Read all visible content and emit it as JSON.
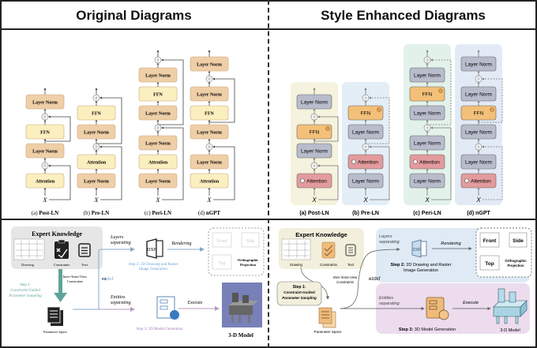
{
  "headers": {
    "left": "Original Diagrams",
    "right": "Style Enhanced Diagrams"
  },
  "architectures": [
    {
      "id": "post-ln",
      "caption_prefix": "(a)",
      "caption_name": "Post-LN",
      "blocks": [
        "Attention",
        "Layer Norm",
        "FFN",
        "Layer Norm"
      ]
    },
    {
      "id": "pre-ln",
      "caption_prefix": "(b)",
      "caption_name": "Pre-LN",
      "blocks": [
        "Layer Norm",
        "Attention",
        "Layer Norm",
        "FFN"
      ]
    },
    {
      "id": "peri-ln",
      "caption_prefix": "(c)",
      "caption_name": "Peri-LN",
      "blocks": [
        "Layer Norm",
        "Attention",
        "Layer Norm",
        "Layer Norm",
        "FFN",
        "Layer Norm"
      ]
    },
    {
      "id": "ngpt",
      "caption_prefix": "(d)",
      "caption_name": "nGPT",
      "blocks": [
        "Attention",
        "Layer Norm",
        "Layer Norm",
        "FFN",
        "Layer Norm",
        "Layer Norm"
      ]
    }
  ],
  "input_symbol": "X",
  "pipeline": {
    "expert_knowledge": "Expert Knowledge",
    "drawing": "Drawing",
    "constraints": "Constraints",
    "text": "Text",
    "inter_intra": "Inter-/Intra-View",
    "inter_intra_2": "Constraints",
    "step1_l1": "Step 1:",
    "step1_l2": "Constraint-Guided",
    "step1_l3": "Parameter Sampling",
    "parameter_space": "Parameter Space",
    "layers_sep_1": "Layers",
    "layers_sep_2": "separating",
    "entities_sep_1": "Entities",
    "entities_sep_2": "separating",
    "ezdxf_a": "ez",
    "ezdxf_b": "dxf",
    "ezdxf": "ezdxf",
    "dxf_icon": "DXF",
    "rendering": "Rendering",
    "step2_l1": "Step 2: 2D Drawing and Raster",
    "step2_l2": "Image Generation",
    "step2_bold": "Step 2:",
    "step2_rest": "2D Drawing and Raster",
    "execute": "Execute",
    "step3": "Step 3: 3D Model Generation",
    "step3_bold": "Step 3:",
    "step3_rest": "3D Model Generation",
    "model_3d": "3-D Model",
    "front": "Front",
    "side": "Side",
    "top": "Top",
    "ortho_1": "Orthographic",
    "ortho_2": "Projection"
  },
  "colors": {
    "orig_ln": "#efcfa8",
    "orig_ffn": "#fbefbf",
    "enh_ln": "#b8bccb",
    "enh_ffn": "#f3c079",
    "enh_attn": "#e39b9d",
    "panel_a": "#f5f2de",
    "panel_b": "#e4eef7",
    "panel_c": "#e2f2ea",
    "panel_d": "#e2ebf5",
    "step_teal": "#5fa49a",
    "step2_blue": "#6fa1d6",
    "step3_purple": "#a67bb8"
  }
}
